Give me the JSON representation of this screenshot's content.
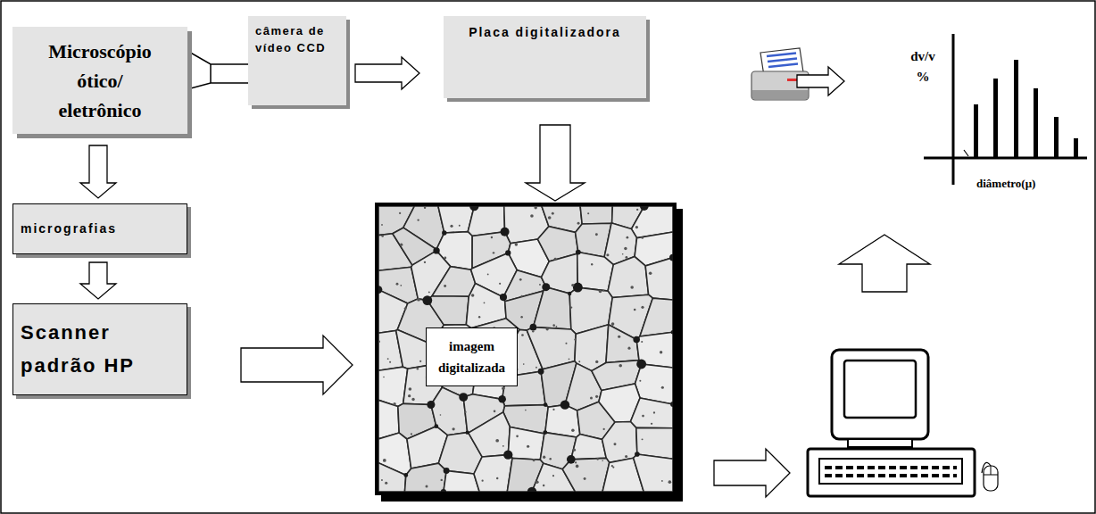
{
  "diagram": {
    "nodes": [
      {
        "text": [
          "Microscópio ótico/ eletrônico"
        ]
      },
      {
        "text": [
          "câmera de vídeo CCD"
        ]
      },
      {
        "text": [
          "Placa digitalizadora"
        ]
      },
      {
        "text": [
          "micrografias"
        ]
      },
      {
        "text": [
          "Scanner padrão HP"
        ]
      },
      {
        "text": [
          "imagem digitalizada"
        ]
      }
    ],
    "edges": [
      {
        "from": 0,
        "to": 1,
        "arrow": "none"
      },
      {
        "from": 1,
        "to": 2,
        "arrow": "to"
      },
      {
        "from": 2,
        "to": 5,
        "arrow": "to"
      },
      {
        "from": 0,
        "to": 3,
        "arrow": "to"
      },
      {
        "from": 3,
        "to": 4,
        "arrow": "to"
      },
      {
        "from": 4,
        "to": 5,
        "arrow": "to"
      }
    ],
    "labels": [
      "dv/v %",
      "diâmetro(μ)"
    ]
  }
}
